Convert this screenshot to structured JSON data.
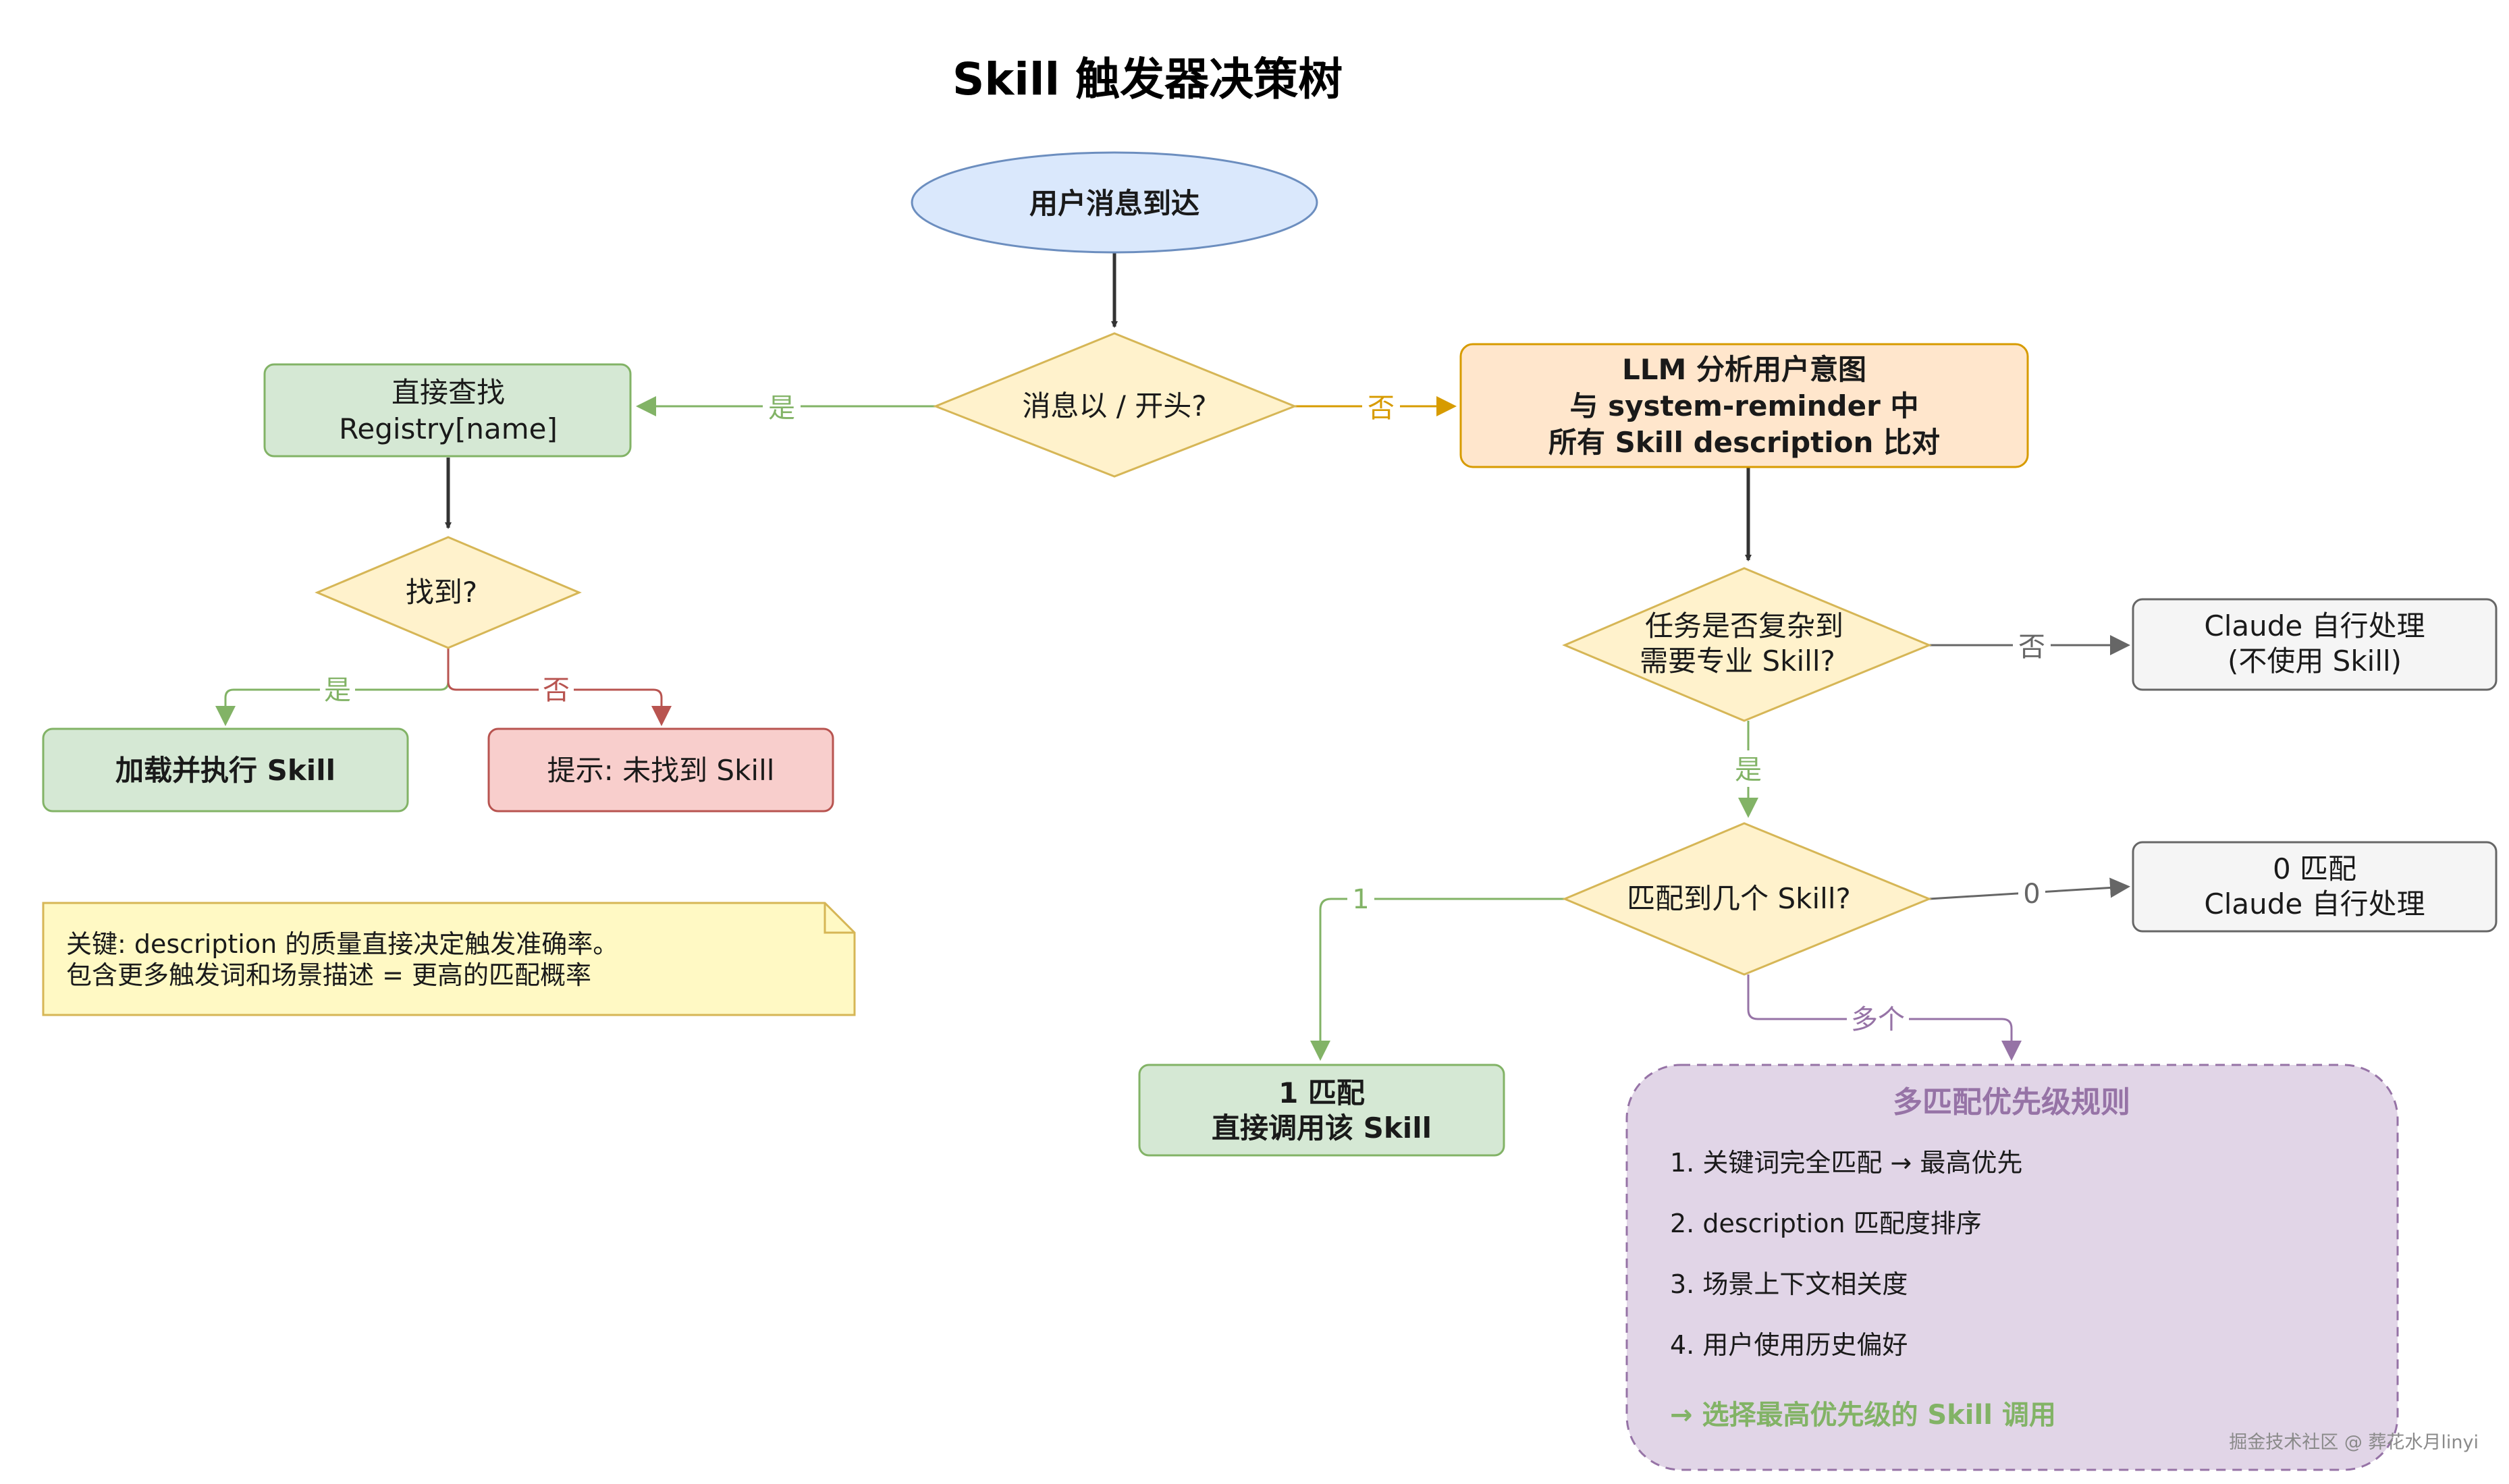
{
  "title": "Skill 触发器决策树",
  "nodes": {
    "start": "用户消息到达",
    "slash_check": "消息以 / 开头?",
    "direct_lookup": [
      "直接查找",
      "Registry[name]"
    ],
    "found_check": "找到?",
    "load_execute": "加载并执行 Skill",
    "not_found": "提示: 未找到 Skill",
    "llm_analyze": [
      "LLM 分析用户意图",
      "与 system-reminder 中",
      "所有 Skill description 比对"
    ],
    "complex_check": [
      "任务是否复杂到",
      "需要专业 Skill?"
    ],
    "claude_self": [
      "Claude 自行处理",
      "(不使用 Skill)"
    ],
    "match_count": "匹配到几个 Skill?",
    "zero_match": [
      "0 匹配",
      "Claude 自行处理"
    ],
    "one_match": [
      "1 匹配",
      "直接调用该 Skill"
    ]
  },
  "edge_labels": {
    "slash_yes": "是",
    "slash_no": "否",
    "found_yes": "是",
    "found_no": "否",
    "complex_no": "否",
    "complex_yes": "是",
    "match_one": "1",
    "match_zero": "0",
    "match_many": "多个"
  },
  "note": {
    "lines": [
      "关键: description 的质量直接决定触发准确率。",
      "包含更多触发词和场景描述 = 更高的匹配概率"
    ]
  },
  "priority_panel": {
    "title": "多匹配优先级规则",
    "items": [
      "1. 关键词完全匹配 → 最高优先",
      "2. description 匹配度排序",
      "3. 场景上下文相关度",
      "4. 用户使用历史偏好"
    ],
    "footer": "→ 选择最高优先级的 Skill 调用"
  },
  "watermark": "掘金技术社区 @ 葬花水月linyi",
  "colors": {
    "blue_fill": "#dae8fc",
    "blue_stroke": "#6c8ebf",
    "yellow_fill": "#fff2cc",
    "yellow_stroke": "#d6b656",
    "green_fill": "#d5e8d4",
    "green_stroke": "#82b366",
    "orange_fill": "#ffe6cc",
    "orange_stroke": "#d79b00",
    "red_fill": "#f8cecc",
    "red_stroke": "#b85450",
    "gray_fill": "#f5f5f5",
    "gray_stroke": "#666666",
    "purple_fill": "#e1d5e7",
    "purple_stroke": "#9673a6",
    "note_fill": "#fff9c4"
  }
}
